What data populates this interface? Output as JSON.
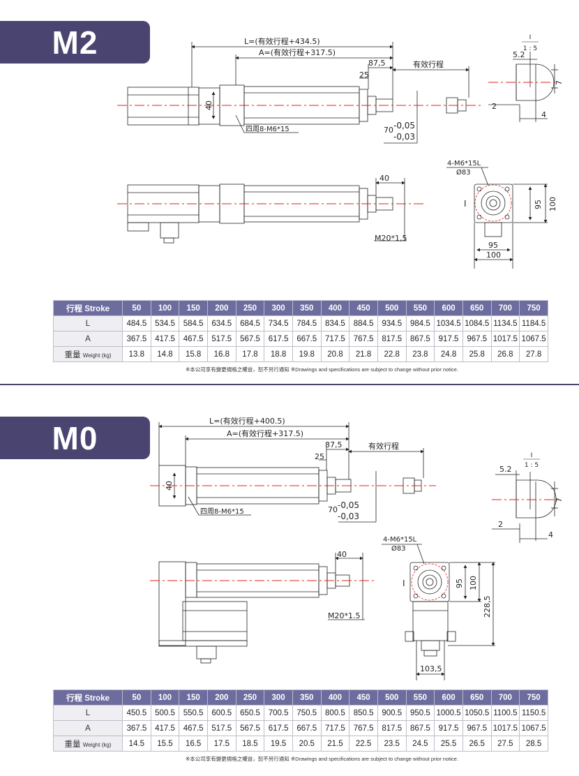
{
  "sections": [
    {
      "model": "M2",
      "dims": {
        "L": "L=(有效行程+434.5)",
        "A": "A=(有效行程+317.5)",
        "d87": "87,5",
        "d25": "25",
        "stroke": "有效行程",
        "d40": "40",
        "holes": "四周8-M6*15",
        "tol_base": "70",
        "tol_upper": "-0,05",
        "tol_lower": "-0,03",
        "detail_top": "I",
        "detail_scale": "1 : 5",
        "d52": "5.2",
        "d7": "7",
        "d2": "2",
        "d4": "4",
        "d40b": "40",
        "thread": "M20*1,5",
        "flange_holes": "4-M6*15L",
        "flange_dia": "Ø83",
        "roman_I": "I",
        "d95v": "95",
        "d100v": "100",
        "d95h": "95",
        "d100h": "100"
      },
      "table": {
        "header_label_cn": "行程",
        "header_label_en": "Stroke",
        "strokes": [
          "50",
          "100",
          "150",
          "200",
          "250",
          "300",
          "350",
          "400",
          "450",
          "500",
          "550",
          "600",
          "650",
          "700",
          "750"
        ],
        "L_label": "L",
        "L": [
          "484.5",
          "534.5",
          "584.5",
          "634.5",
          "684.5",
          "734.5",
          "784.5",
          "834.5",
          "884.5",
          "934.5",
          "984.5",
          "1034.5",
          "1084.5",
          "1134.5",
          "1184.5"
        ],
        "A_label": "A",
        "A": [
          "367.5",
          "417.5",
          "467.5",
          "517.5",
          "567.5",
          "617.5",
          "667.5",
          "717.5",
          "767.5",
          "817.5",
          "867.5",
          "917.5",
          "967.5",
          "1017.5",
          "1067.5"
        ],
        "W_label_cn": "重量",
        "W_label_en": "Weight (kg)",
        "W": [
          "13.8",
          "14.8",
          "15.8",
          "16.8",
          "17.8",
          "18.8",
          "19.8",
          "20.8",
          "21.8",
          "22.8",
          "23.8",
          "24.8",
          "25.8",
          "26.8",
          "27.8"
        ]
      },
      "note": "※本公司享有變更規格之權益，恕不另行通知 ※Drawings and specifications are subject to change without prior notice."
    },
    {
      "model": "M0",
      "dims": {
        "L": "L=(有效行程+400.5)",
        "A": "A=(有效行程+317.5)",
        "d87": "87,5",
        "d25": "25",
        "stroke": "有效行程",
        "d40": "40",
        "holes": "四周8-M6*15",
        "tol_base": "70",
        "tol_upper": "-0,05",
        "tol_lower": "-0,03",
        "detail_top": "I",
        "detail_scale": "1 : 5",
        "d52": "5.2",
        "d7": "7",
        "d2": "2",
        "d4": "4",
        "d40b": "40",
        "thread": "M20*1.5",
        "flange_holes": "4-M6*15L",
        "flange_dia": "Ø83",
        "roman_I": "I",
        "d95v": "95",
        "d100v": "100",
        "d228": "228,5",
        "d103": "103,5"
      },
      "table": {
        "header_label_cn": "行程",
        "header_label_en": "Stroke",
        "strokes": [
          "50",
          "100",
          "150",
          "200",
          "250",
          "300",
          "350",
          "400",
          "450",
          "500",
          "550",
          "600",
          "650",
          "700",
          "750"
        ],
        "L_label": "L",
        "L": [
          "450.5",
          "500.5",
          "550.5",
          "600.5",
          "650.5",
          "700.5",
          "750.5",
          "800.5",
          "850.5",
          "900.5",
          "950.5",
          "1000.5",
          "1050.5",
          "1100.5",
          "1150.5"
        ],
        "A_label": "A",
        "A": [
          "367.5",
          "417.5",
          "467.5",
          "517.5",
          "567.5",
          "617.5",
          "667.5",
          "717.5",
          "767.5",
          "817.5",
          "867.5",
          "917.5",
          "967.5",
          "1017.5",
          "1067.5"
        ],
        "W_label_cn": "重量",
        "W_label_en": "Weight (kg)",
        "W": [
          "14.5",
          "15.5",
          "16.5",
          "17.5",
          "18.5",
          "19.5",
          "20.5",
          "21.5",
          "22.5",
          "23.5",
          "24.5",
          "25.5",
          "26.5",
          "27.5",
          "28.5"
        ]
      },
      "note": "※本公司享有變更規格之權益，恕不另行通知 ※Drawings and specifications are subject to change without prior notice."
    }
  ],
  "colors": {
    "accent": "#4a4470",
    "table_header": "#6d6c9f",
    "centerline": "#e0201c"
  }
}
